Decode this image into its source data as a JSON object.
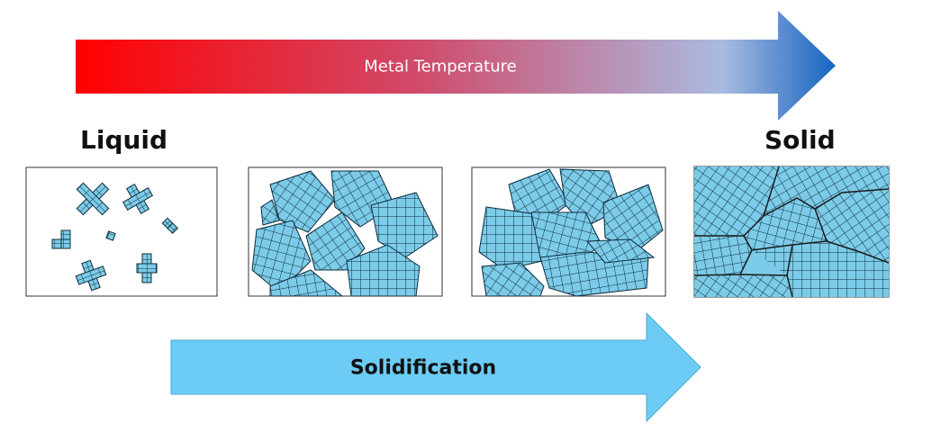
{
  "temperature_arrow": {
    "label": "Metal Temperature",
    "color_start": "#ff0000",
    "color_mid": "#d04a6a",
    "color_light": "#aabbe0",
    "color_end": "#1565c0"
  },
  "stage_labels": {
    "start": "Liquid",
    "end": "Solid"
  },
  "solidification_arrow": {
    "label": "Solidification",
    "color": "#6cccf5"
  },
  "crystal": {
    "fill": "#7ccbe8",
    "grid_line": "#0d2c3c",
    "boundary": "#1a1a1a"
  },
  "panels": [
    {
      "name": "liquid-stage",
      "description_shown": ""
    },
    {
      "name": "nucleation-stage",
      "description_shown": ""
    },
    {
      "name": "growth-stage",
      "description_shown": ""
    },
    {
      "name": "solid-stage",
      "description_shown": ""
    }
  ]
}
